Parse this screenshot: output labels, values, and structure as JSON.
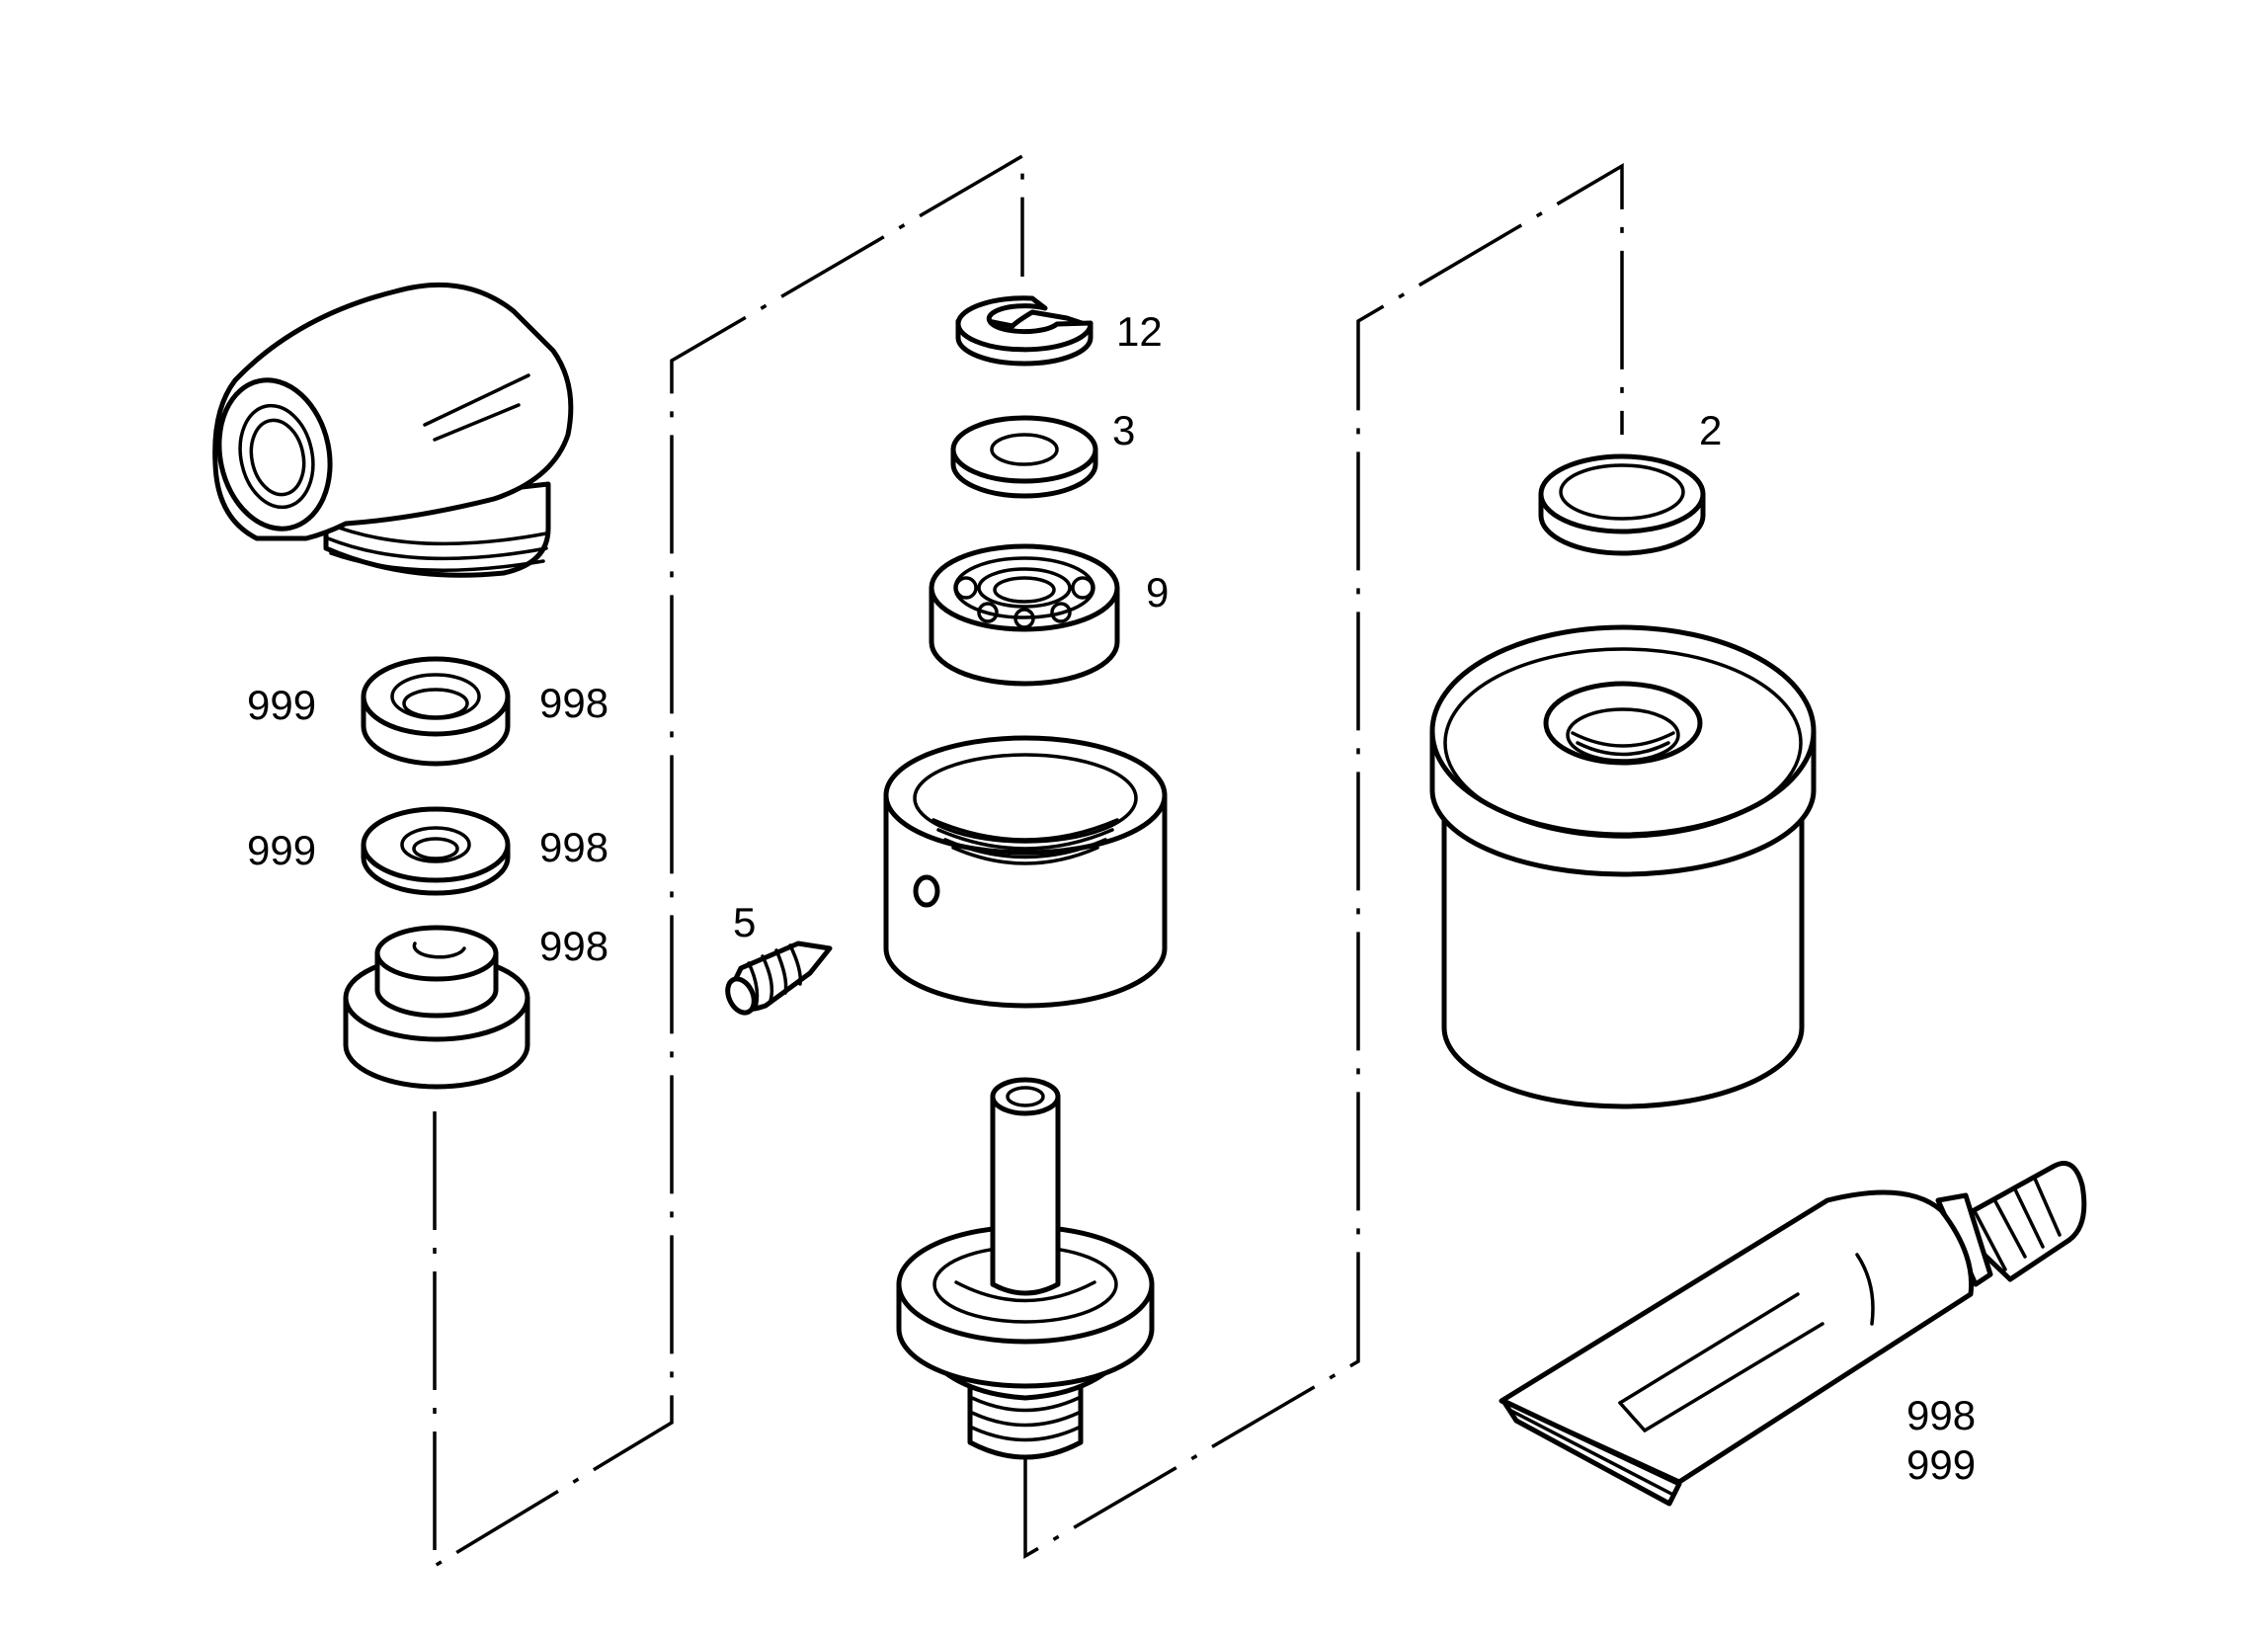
{
  "labels": {
    "ring_12": "12",
    "washer_3": "3",
    "bearing_9": "9",
    "seal_2": "2",
    "screw_5": "5",
    "spacer_a_left": "999",
    "spacer_a_right": "998",
    "washer_b_left": "999",
    "washer_b_right": "998",
    "bushing_right": "998",
    "tube_line1": "998",
    "tube_line2": "999"
  }
}
